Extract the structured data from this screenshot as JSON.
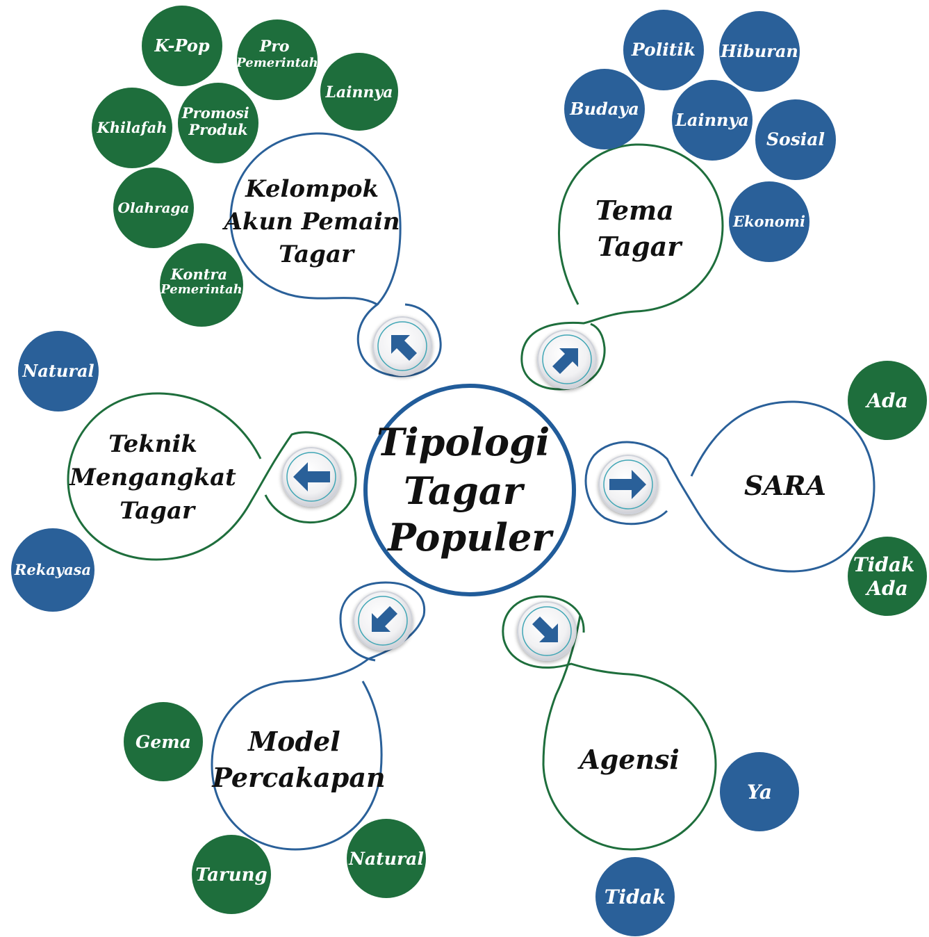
{
  "colors": {
    "green": "#1E6E3C",
    "blue": "#2A6099",
    "center_ring": "#215C9A",
    "text_dark": "#111111",
    "text_light": "#FFFFFF"
  },
  "center": {
    "lines": [
      "Tipologi",
      "Tagar",
      "Populer"
    ]
  },
  "nodes": {
    "kelompok": {
      "lines": [
        "Kelompok",
        "Akun Pemain",
        "Tagar"
      ],
      "arrow_icon": "arrow-up-left-icon",
      "bubbles": [
        {
          "lines": [
            "K-Pop"
          ]
        },
        {
          "lines": [
            "Pro",
            "Pemerintah"
          ]
        },
        {
          "lines": [
            "Lainnya"
          ]
        },
        {
          "lines": [
            "Khilafah"
          ]
        },
        {
          "lines": [
            "Promosi",
            "Produk"
          ]
        },
        {
          "lines": [
            "Olahraga"
          ]
        },
        {
          "lines": [
            "Kontra",
            "Pemerintah"
          ]
        }
      ]
    },
    "tema": {
      "lines": [
        "Tema",
        "Tagar"
      ],
      "arrow_icon": "arrow-up-right-icon",
      "bubbles": [
        {
          "lines": [
            "Politik"
          ]
        },
        {
          "lines": [
            "Hiburan"
          ]
        },
        {
          "lines": [
            "Budaya"
          ]
        },
        {
          "lines": [
            "Lainnya"
          ]
        },
        {
          "lines": [
            "Sosial"
          ]
        },
        {
          "lines": [
            "Ekonomi"
          ]
        }
      ]
    },
    "teknik": {
      "lines": [
        "Teknik",
        "Mengangkat",
        "Tagar"
      ],
      "arrow_icon": "arrow-left-icon",
      "bubbles": [
        {
          "lines": [
            "Natural"
          ]
        },
        {
          "lines": [
            "Rekayasa"
          ]
        }
      ]
    },
    "sara": {
      "lines": [
        "SARA"
      ],
      "arrow_icon": "arrow-right-icon",
      "bubbles": [
        {
          "lines": [
            "Ada"
          ]
        },
        {
          "lines": [
            "Tidak",
            "Ada"
          ]
        }
      ]
    },
    "model": {
      "lines": [
        "Model",
        "Percakapan"
      ],
      "arrow_icon": "arrow-down-left-icon",
      "bubbles": [
        {
          "lines": [
            "Gema"
          ]
        },
        {
          "lines": [
            "Tarung"
          ]
        },
        {
          "lines": [
            "Natural"
          ]
        }
      ]
    },
    "agensi": {
      "lines": [
        "Agensi"
      ],
      "arrow_icon": "arrow-down-right-icon",
      "bubbles": [
        {
          "lines": [
            "Ya"
          ]
        },
        {
          "lines": [
            "Tidak"
          ]
        }
      ]
    }
  }
}
